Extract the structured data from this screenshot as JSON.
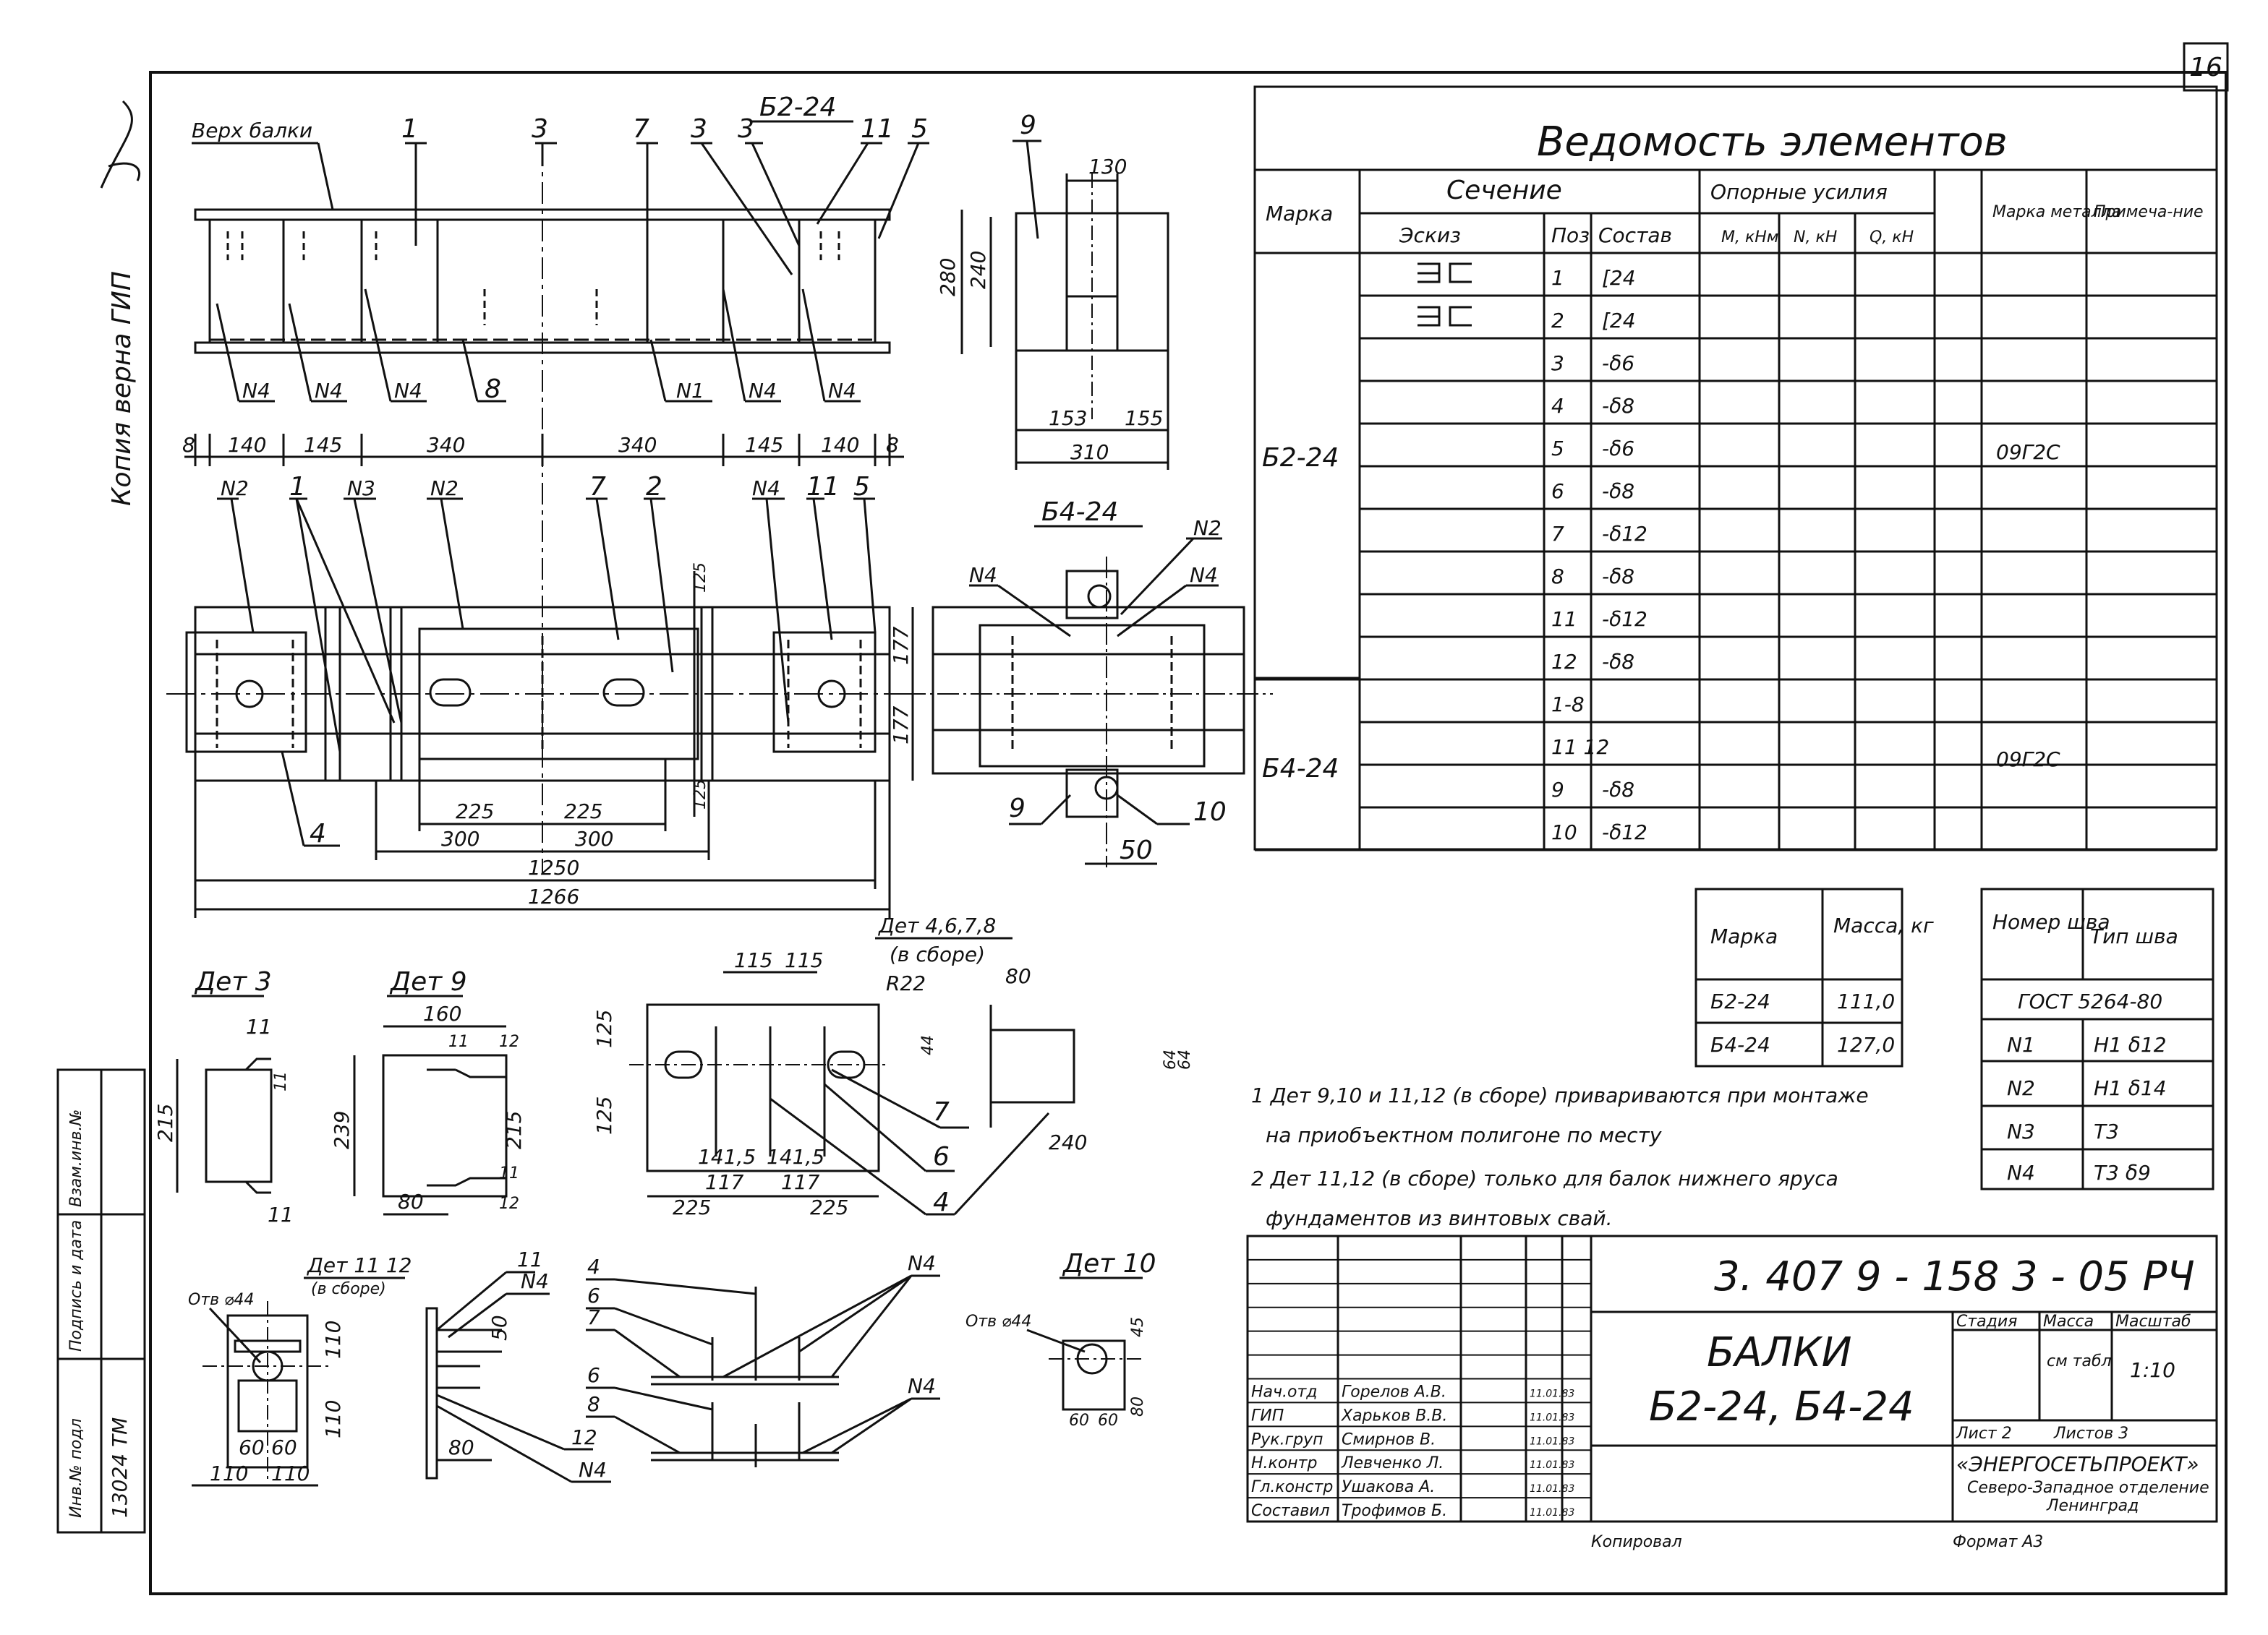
{
  "sheet_number": "16",
  "margin_note": "Копия верна ГИП",
  "left_stamp": {
    "inv_label": "Инв.№ подл",
    "inv_value": "13024 ТМ",
    "sign_label": "Подпись и дата",
    "replace_label": "Взам.инв.№"
  },
  "main_view": {
    "title": "Б2-24",
    "top_label": "Верх балки",
    "callouts_top": [
      "1",
      "3",
      "7",
      "3",
      "3",
      "11",
      "5"
    ],
    "weld_marks": [
      "N4",
      "N4",
      "N4",
      "8",
      "N1",
      "N4",
      "N4"
    ],
    "dims_bottom": [
      "8",
      "140",
      "145",
      "340",
      "340",
      "145",
      "140",
      "8"
    ],
    "callouts_plan": [
      "N2",
      "1",
      "N3",
      "N2",
      "7",
      "2",
      "N4",
      "11",
      "5"
    ],
    "dims_plan": [
      "225",
      "225",
      "300",
      "300",
      "1250",
      "1266",
      "125",
      "125"
    ],
    "plan_bottom_callout": "4"
  },
  "section_view": {
    "callout": "9",
    "dims": [
      "130",
      "280",
      "240",
      "153",
      "155",
      "310"
    ]
  },
  "b4_view": {
    "title": "Б4-24",
    "callouts": [
      "N2",
      "N4",
      "N4",
      "9",
      "10"
    ],
    "dims": [
      "177",
      "177",
      "50"
    ]
  },
  "table": {
    "title": "Ведомость элементов",
    "headers": {
      "mark": "Марка",
      "section": "Сечение",
      "sketch": "Эскиз",
      "pos": "Поз",
      "comp": "Состав",
      "support": "Опорные усилия",
      "m": "М, кНм",
      "n": "N, кН",
      "q": "Q, кН",
      "metal": "Марка металла",
      "note": "Примеча-ние"
    },
    "rows": [
      {
        "pos": "1",
        "comp": "[24"
      },
      {
        "pos": "2",
        "comp": "[24"
      },
      {
        "pos": "3",
        "comp": "-δ6"
      },
      {
        "pos": "4",
        "comp": "-δ8"
      },
      {
        "pos": "5",
        "comp": "-δ6"
      },
      {
        "pos": "6",
        "comp": "-δ8"
      },
      {
        "pos": "7",
        "comp": "-δ12"
      },
      {
        "pos": "8",
        "comp": "-δ8"
      },
      {
        "pos": "11",
        "comp": "-δ12"
      },
      {
        "pos": "12",
        "comp": "-δ8"
      },
      {
        "pos": "1-8",
        "comp": ""
      },
      {
        "pos": "11 12",
        "comp": ""
      },
      {
        "pos": "9",
        "comp": "-δ8"
      },
      {
        "pos": "10",
        "comp": "-δ12"
      }
    ],
    "groups": [
      {
        "mark": "Б2-24",
        "metal": "09Г2С"
      },
      {
        "mark": "Б4-24",
        "metal": "09Г2С"
      }
    ]
  },
  "mass_table": {
    "h_mark": "Марка",
    "h_mass": "Масса, кг",
    "rows": [
      {
        "mark": "Б2-24",
        "mass": "111,0"
      },
      {
        "mark": "Б4-24",
        "mass": "127,0"
      }
    ]
  },
  "weld_table": {
    "h_num": "Номер шва",
    "h_type": "Тип шва",
    "gost": "ГОСТ 5264-80",
    "rows": [
      {
        "num": "N1",
        "type": "H1 δ12"
      },
      {
        "num": "N2",
        "type": "H1 δ14"
      },
      {
        "num": "N3",
        "type": "T3"
      },
      {
        "num": "N4",
        "type": "T3 δ9"
      }
    ]
  },
  "notes": [
    "1 Дет 9,10 и 11,12 (в сборе) привариваются при монтаже",
    "на приобъектном полигоне по месту",
    "2 Дет 11,12 (в сборе) только для балок нижнего яруса",
    "фундаментов из винтовых свай."
  ],
  "details": {
    "det3": {
      "title": "Дет 3",
      "dims": [
        "11",
        "11",
        "11",
        "215"
      ]
    },
    "det9": {
      "title": "Дет 9",
      "dims": [
        "160",
        "11",
        "12",
        "239",
        "215",
        "11",
        "80",
        "12"
      ]
    },
    "det4678": {
      "title": "Дет 4,6,7,8",
      "subtitle": "(в сборе)",
      "dims": [
        "115",
        "115",
        "R22",
        "80",
        "125",
        "125",
        "44",
        "64",
        "64",
        "141,5",
        "141,5",
        "117",
        "117",
        "225",
        "225",
        "240"
      ],
      "callouts": [
        "7",
        "6",
        "4"
      ]
    },
    "det1112": {
      "title": "Дет 11 12",
      "subtitle": "(в сборе)",
      "hole": "Отв ⌀44",
      "dims": [
        "110",
        "110",
        "60",
        "60",
        "110",
        "110"
      ]
    },
    "side_1112": {
      "callouts": [
        "11",
        "N4",
        "12",
        "N4"
      ],
      "dims": [
        "50",
        "80"
      ]
    },
    "assembly": {
      "callouts": [
        "4",
        "6",
        "7",
        "6",
        "8",
        "N4",
        "N4"
      ]
    },
    "det10": {
      "title": "Дет 10",
      "hole": "Отв ⌀44",
      "dims": [
        "45",
        "60",
        "60",
        "80"
      ]
    }
  },
  "title_block": {
    "code": "3. 407 9 - 158 3 - 05 РЧ",
    "name1": "БАЛКИ",
    "name2": "Б2-24, Б4-24",
    "stage_label": "Стадия",
    "mass_label": "Масса",
    "scale_label": "Масштаб",
    "mass_value": "см табл",
    "scale_value": "1:10",
    "sheet_label": "Лист 2",
    "sheets_label": "Листов 3",
    "org1": "«ЭНЕРГОСЕТЬПРОЕКТ»",
    "org2": "Северо-Западное отделение",
    "org3": "Ленинград",
    "people": [
      {
        "role": "Нач.отд",
        "name": "Горелов А.В.",
        "date": "11.01.83"
      },
      {
        "role": "ГИП",
        "name": "Харьков В.В.",
        "date": "11.01.83"
      },
      {
        "role": "Рук.груп",
        "name": "Смирнов В.",
        "date": "11.01.83"
      },
      {
        "role": "Н.контр",
        "name": "Левченко Л.",
        "date": "11.01.83"
      },
      {
        "role": "Гл.констр",
        "name": "Ушакова А.",
        "date": "11.01.83"
      },
      {
        "role": "Составил",
        "name": "Трофимов Б.",
        "date": "11.01.83"
      }
    ],
    "copied": "Копировал",
    "format": "Формат А3"
  }
}
